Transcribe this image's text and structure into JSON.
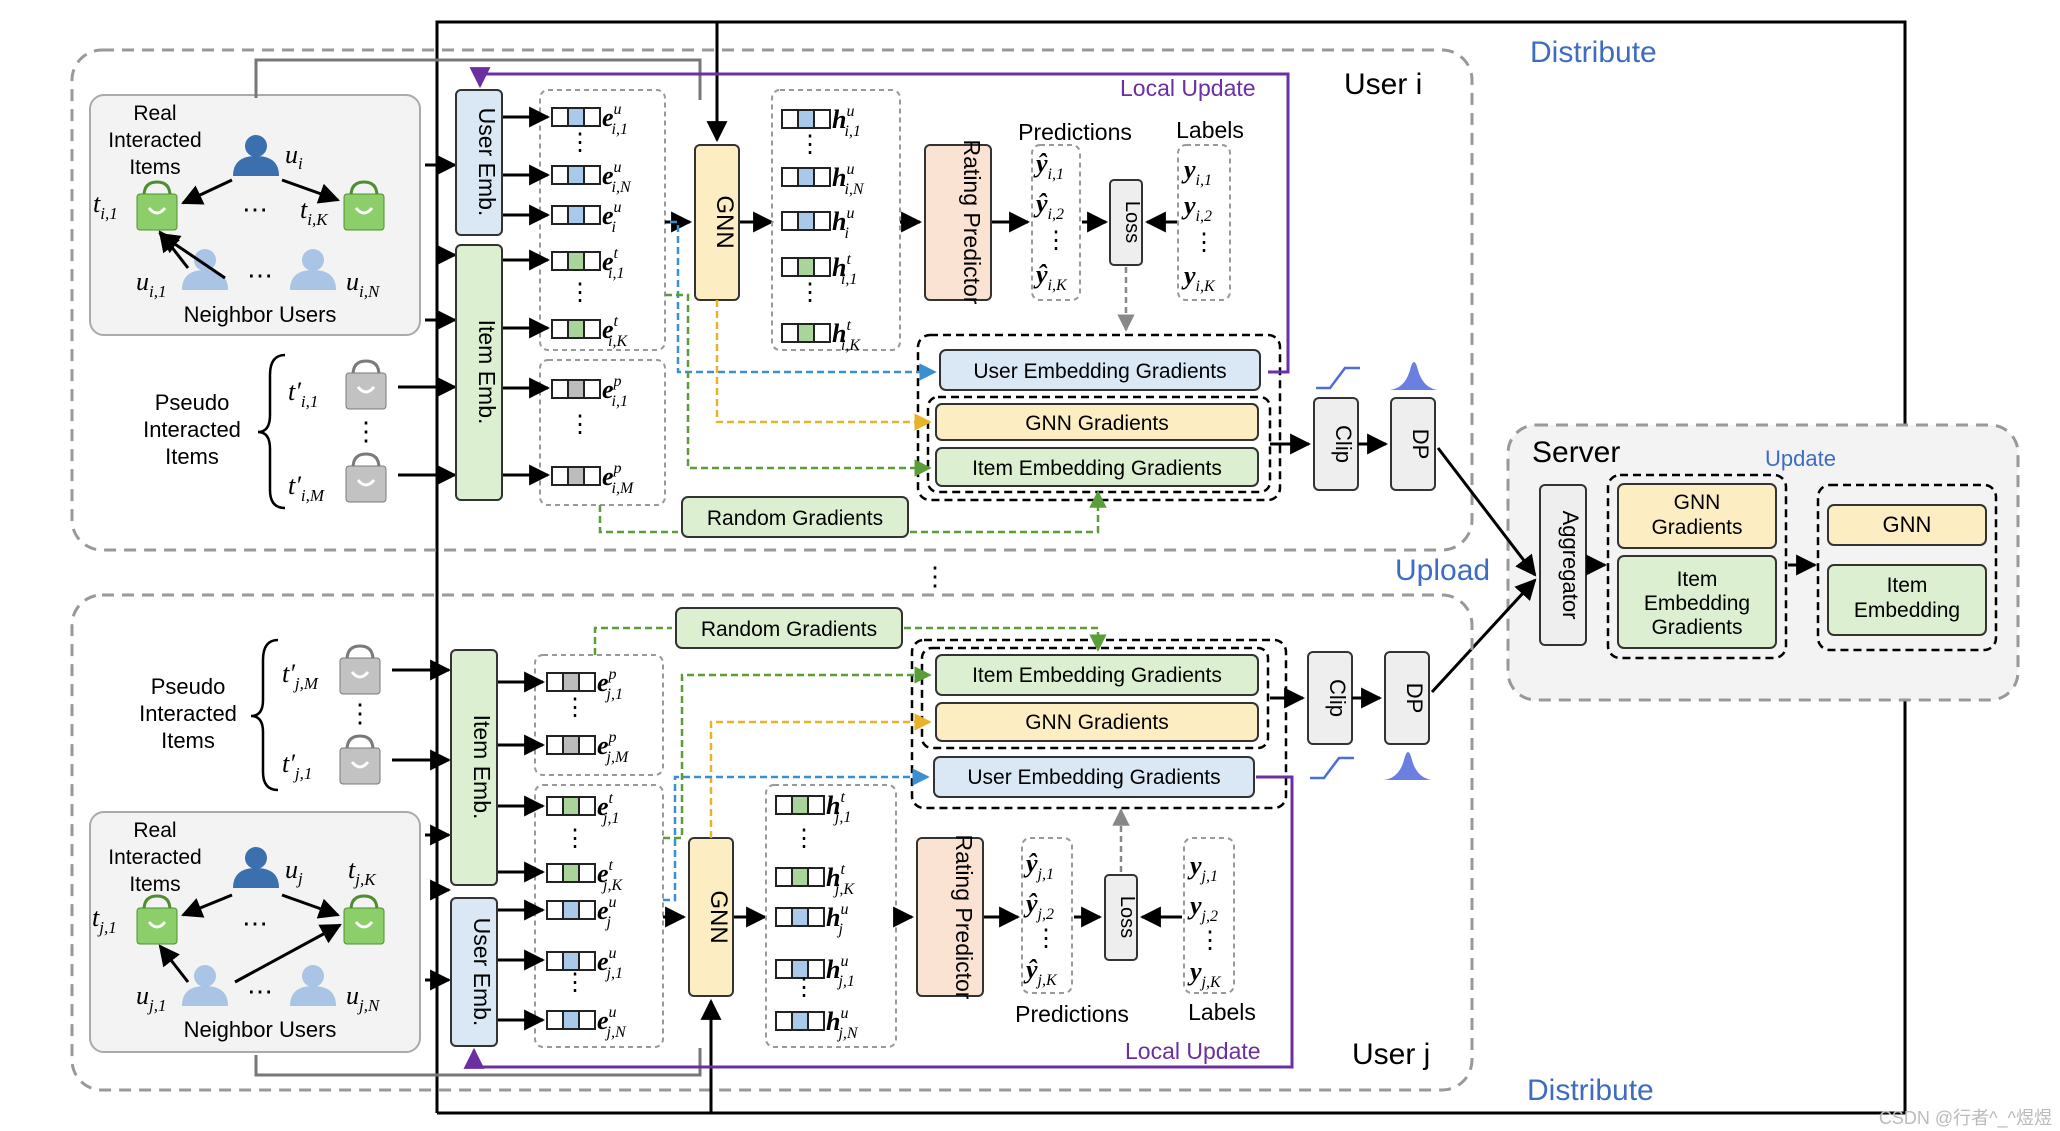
{
  "colors": {
    "user_emb": "#dae8f5",
    "item_emb": "#dcefd0",
    "gnn": "#fdedc2",
    "predictor": "#fbe3d3",
    "gray_box": "#eeeeee",
    "local_update": "#6b2fa3",
    "distribute_text": "#3d6cc2",
    "user_cell": "#a9c9ea",
    "item_cell": "#a9d59a",
    "pseudo_cell": "#bcbcbc",
    "gnn_arrow": "#e8b32a",
    "item_arrow": "#5a9e3a",
    "user_arrow": "#3b8fd0"
  },
  "labels": {
    "distribute": "Distribute",
    "upload": "Upload",
    "local_update": "Local Update",
    "update": "Update",
    "server": "Server",
    "user_i": "User i",
    "user_j": "User j",
    "user_emb": "User Emb.",
    "item_emb": "Item Emb.",
    "gnn": "GNN",
    "rating_predictor": "Rating Predictor",
    "loss": "Loss",
    "predictions": "Predictions",
    "labels": "Labels",
    "user_emb_grad": "User Embedding Gradients",
    "gnn_grad": "GNN Gradients",
    "item_emb_grad": "Item Embedding Gradients",
    "random_grad": "Random Gradients",
    "clip": "Clip",
    "dp": "DP",
    "aggregator": "Aggregator",
    "server_gnn_grad": "GNN Gradients",
    "server_item_grad": "Item Embedding Gradients",
    "server_gnn": "GNN",
    "server_item_emb": "Item Embedding",
    "real_items": "Real Interacted Items",
    "neighbor_users": "Neighbor Users",
    "pseudo_items": "Pseudo Interacted Items",
    "dots": "⋯",
    "vdots": "⋮",
    "watermark": "CSDN @行者^_^煜煜"
  },
  "user_i": {
    "u": "u",
    "u_sub": "i",
    "t1": "t",
    "t1_sub": "i,1",
    "tK": "t",
    "tK_sub": "i,K",
    "n1": "u",
    "n1_sub": "i,1",
    "nN": "u",
    "nN_sub": "i,N",
    "p1": "t′",
    "p1_sub": "i,1",
    "pM": "t′",
    "pM_sub": "i,M",
    "emb": [
      {
        "sym": "e",
        "sup": "u",
        "sub": "i,1"
      },
      {
        "sym": "e",
        "sup": "u",
        "sub": "i,N"
      },
      {
        "sym": "e",
        "sup": "u",
        "sub": "i"
      },
      {
        "sym": "e",
        "sup": "t",
        "sub": "i,1"
      },
      {
        "sym": "e",
        "sup": "t",
        "sub": "i,K"
      },
      {
        "sym": "e",
        "sup": "p",
        "sub": "i,1"
      },
      {
        "sym": "e",
        "sup": "p",
        "sub": "i,M"
      }
    ],
    "hid": [
      {
        "sym": "h",
        "sup": "u",
        "sub": "i,1"
      },
      {
        "sym": "h",
        "sup": "u",
        "sub": "i,N"
      },
      {
        "sym": "h",
        "sup": "u",
        "sub": "i"
      },
      {
        "sym": "h",
        "sup": "t",
        "sub": "i,1"
      },
      {
        "sym": "h",
        "sup": "t",
        "sub": "i,K"
      }
    ],
    "preds": [
      {
        "sym": "ŷ",
        "sub": "i,1"
      },
      {
        "sym": "ŷ",
        "sub": "i,2"
      },
      {
        "sym": "ŷ",
        "sub": "i,K"
      }
    ],
    "labs": [
      {
        "sym": "y",
        "sub": "i,1"
      },
      {
        "sym": "y",
        "sub": "i,2"
      },
      {
        "sym": "y",
        "sub": "i,K"
      }
    ]
  },
  "user_j": {
    "u": "u",
    "u_sub": "j",
    "t1": "t",
    "t1_sub": "j,1",
    "tK": "t",
    "tK_sub": "j,K",
    "n1": "u",
    "n1_sub": "j,1",
    "nN": "u",
    "nN_sub": "j,N",
    "pM": "t′",
    "pM_sub": "j,M",
    "p1": "t′",
    "p1_sub": "j,1",
    "emb": [
      {
        "sym": "e",
        "sup": "p",
        "sub": "j,1"
      },
      {
        "sym": "e",
        "sup": "p",
        "sub": "j,M"
      },
      {
        "sym": "e",
        "sup": "t",
        "sub": "j,1"
      },
      {
        "sym": "e",
        "sup": "t",
        "sub": "j,K"
      },
      {
        "sym": "e",
        "sup": "u",
        "sub": "j"
      },
      {
        "sym": "e",
        "sup": "u",
        "sub": "j,1"
      },
      {
        "sym": "e",
        "sup": "u",
        "sub": "j,N"
      }
    ],
    "hid": [
      {
        "sym": "h",
        "sup": "t",
        "sub": "j,1"
      },
      {
        "sym": "h",
        "sup": "t",
        "sub": "j,K"
      },
      {
        "sym": "h",
        "sup": "u",
        "sub": "j"
      },
      {
        "sym": "h",
        "sup": "u",
        "sub": "j,1"
      },
      {
        "sym": "h",
        "sup": "u",
        "sub": "j,N"
      }
    ],
    "preds": [
      {
        "sym": "ŷ",
        "sub": "j,1"
      },
      {
        "sym": "ŷ",
        "sub": "j,2"
      },
      {
        "sym": "ŷ",
        "sub": "j,K"
      }
    ],
    "labs": [
      {
        "sym": "y",
        "sub": "j,1"
      },
      {
        "sym": "y",
        "sub": "j,2"
      },
      {
        "sym": "y",
        "sub": "j,K"
      }
    ]
  }
}
